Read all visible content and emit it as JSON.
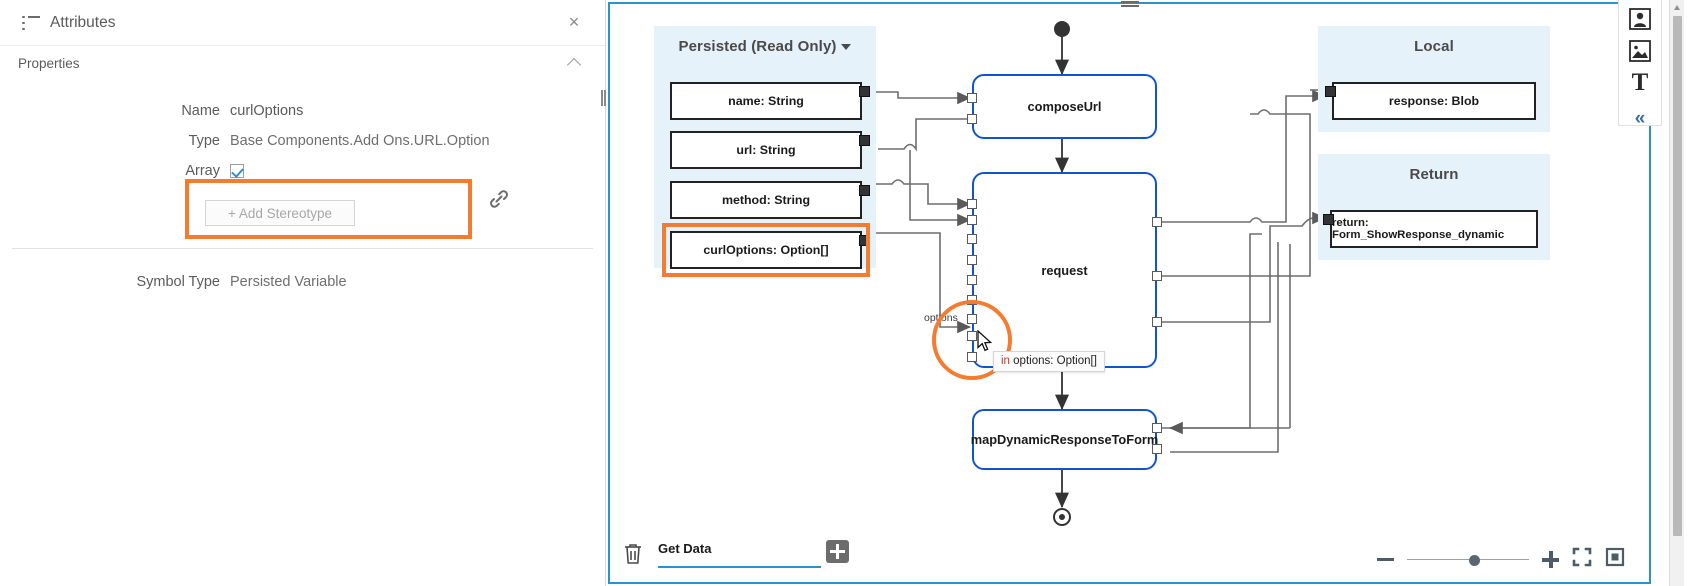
{
  "panel": {
    "title": "Attributes",
    "icon": "attributes-list-icon",
    "close_label": "×",
    "section_label": "Properties",
    "fields": [
      {
        "label": "Name",
        "value": "curlOptions"
      },
      {
        "label": "Type",
        "value": "Base Components.Add Ons.URL.Option"
      },
      {
        "label": "Array",
        "value": ""
      }
    ],
    "array_checked": true,
    "add_stereotype_label": "+  Add Stereotype",
    "symbol_type_label": "Symbol Type",
    "symbol_type_value": "Persisted Variable",
    "link_icon": "link-chain-icon",
    "highlight_color": "#f47b30"
  },
  "canvas": {
    "scopes": [
      {
        "id": "persisted",
        "title": "Persisted (Read Only)",
        "has_caret": true
      },
      {
        "id": "local",
        "title": "Local",
        "has_caret": false
      },
      {
        "id": "return",
        "title": "Return",
        "has_caret": false
      }
    ],
    "variables": [
      {
        "id": "name",
        "label": "name: String",
        "scope": "persisted",
        "highlighted": false
      },
      {
        "id": "url",
        "label": "url: String",
        "scope": "persisted",
        "highlighted": false
      },
      {
        "id": "method",
        "label": "method: String",
        "scope": "persisted",
        "highlighted": false
      },
      {
        "id": "curlOptions",
        "label": "curlOptions: Option[]",
        "scope": "persisted",
        "highlighted": true
      },
      {
        "id": "response",
        "label": "response: Blob",
        "scope": "local",
        "highlighted": false
      },
      {
        "id": "return",
        "label": "return: Form_ShowResponse_dynamic",
        "scope": "return",
        "highlighted": false
      }
    ],
    "nodes": [
      {
        "id": "composeUrl",
        "label": "composeUrl"
      },
      {
        "id": "request",
        "label": "request"
      },
      {
        "id": "mapDynamicResponseToForm",
        "label": "mapDynamicResponseToForm"
      }
    ],
    "port_label": "options",
    "tooltip": {
      "keyword": "in",
      "text": " options: Option[]"
    },
    "accent_color": "#f47b30",
    "node_border_color": "#1155cc",
    "scope_bg_color": "#e6f2fa",
    "canvas_border_color": "#2a93c9"
  },
  "bottom_bar": {
    "trash_icon": "trash-icon",
    "tab_label": "Get Data",
    "add_tab_icon": "plus-icon",
    "zoom_out_icon": "minus-icon",
    "zoom_in_icon": "plus-icon",
    "fit_icon": "fit-screen-icon",
    "actual_size_icon": "actual-size-icon",
    "zoom_slider_percent": 50
  },
  "right_toolbar": {
    "items": [
      {
        "name": "person-image-icon",
        "label": ""
      },
      {
        "name": "picture-image-icon",
        "label": ""
      },
      {
        "name": "text-tool-icon",
        "label": "T"
      }
    ],
    "collapse_label": "«"
  }
}
